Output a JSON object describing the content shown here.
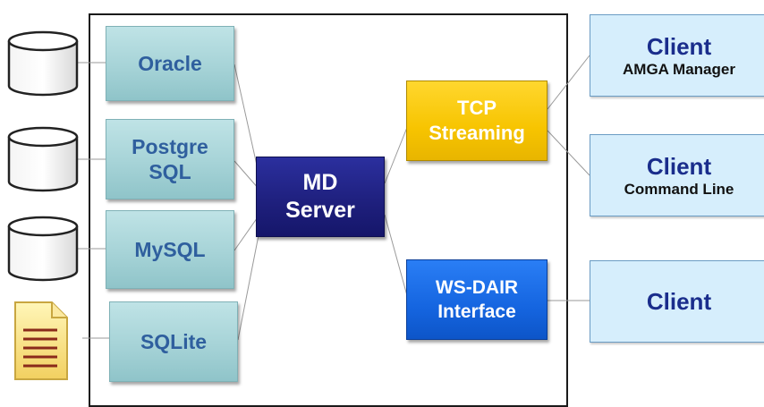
{
  "databases": [
    {
      "label": "Oracle"
    },
    {
      "label": "Postgre\nSQL"
    },
    {
      "label": "MySQL"
    },
    {
      "label": "SQLite"
    }
  ],
  "server": {
    "label": "MD\nServer"
  },
  "interfaces": {
    "tcp": {
      "label": "TCP\nStreaming"
    },
    "wsdair": {
      "label": "WS-DAIR\nInterface"
    }
  },
  "clients": [
    {
      "title": "Client",
      "subtitle": "AMGA Manager"
    },
    {
      "title": "Client",
      "subtitle": "Command Line"
    },
    {
      "title": "Client",
      "subtitle": ""
    }
  ],
  "colors": {
    "db_box": "#a6d3d7",
    "db_text": "#2f5f9e",
    "server": "#1e1f7c",
    "tcp": "#f7c400",
    "wsdair": "#1565e0",
    "client_bg": "#d6eefc",
    "client_text": "#1a2d8c"
  },
  "icons": [
    "database-cylinder-icon",
    "document-icon"
  ]
}
